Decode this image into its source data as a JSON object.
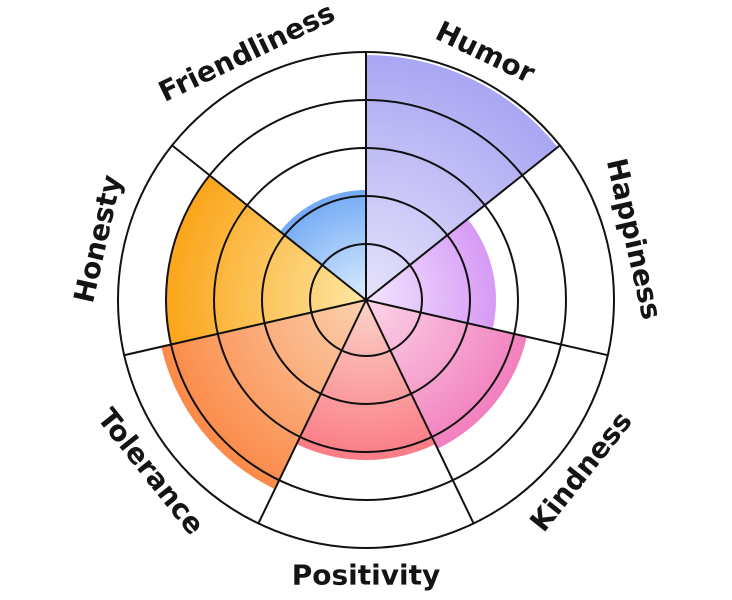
{
  "chart_data": {
    "type": "radial-bar",
    "scale_max": 5,
    "categories": [
      "Humor",
      "Happiness",
      "Kindness",
      "Positivity",
      "Tolerance",
      "Honesty",
      "Friendliness"
    ],
    "values": [
      4.9,
      2.6,
      3.3,
      3.2,
      4.2,
      4.0,
      2.2
    ],
    "colors": [
      {
        "inner": "#e6e3fb",
        "outer": "#a9a6f3"
      },
      {
        "inner": "#f2e6ff",
        "outer": "#d79af5"
      },
      {
        "inner": "#fbd6e8",
        "outer": "#f27fbe"
      },
      {
        "inner": "#fbd3c8",
        "outer": "#fb7c86"
      },
      {
        "inner": "#fbd1b0",
        "outer": "#fb8a48"
      },
      {
        "inner": "#fde7a4",
        "outer": "#fba51a"
      },
      {
        "inner": "#dbeefd",
        "outer": "#74aaf5"
      }
    ]
  }
}
